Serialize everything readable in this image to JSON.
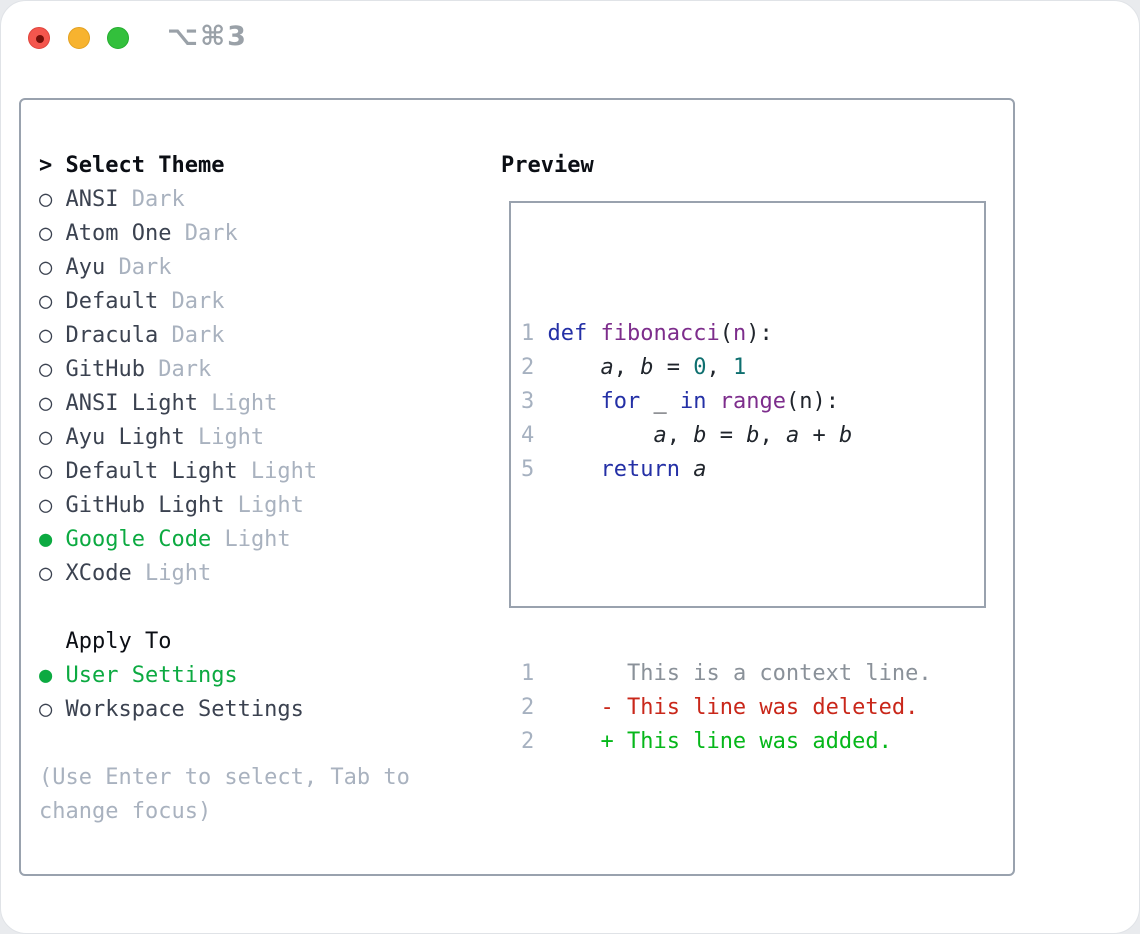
{
  "titlebar": {
    "shortcut": "⌥⌘3"
  },
  "colors": {
    "traffic_red": "#f4564d",
    "traffic_yellow": "#f7b32f",
    "traffic_green": "#33c03c",
    "border_gray": "#99a2ae",
    "text_dark": "#3b4250",
    "muted_gray": "#a9b2bf",
    "selected_green": "#0caa41",
    "line_number": "#a6b1c0",
    "keyword_blue": "#2430a6",
    "function_purple": "#7d2d8c",
    "number_teal": "#0e6f6f",
    "code_plain": "#20252c",
    "context_gray": "#8a9199",
    "deleted_red": "#c9271a",
    "added_green": "#06b71a"
  },
  "panel": {
    "header": {
      "marker": ">",
      "label": "Select Theme"
    },
    "radio_unselected": "○",
    "radio_selected": "●",
    "themes": [
      {
        "name": "ANSI",
        "tag": "Dark",
        "selected": false
      },
      {
        "name": "Atom One",
        "tag": "Dark",
        "selected": false
      },
      {
        "name": "Ayu",
        "tag": "Dark",
        "selected": false
      },
      {
        "name": "Default",
        "tag": "Dark",
        "selected": false
      },
      {
        "name": "Dracula",
        "tag": "Dark",
        "selected": false
      },
      {
        "name": "GitHub",
        "tag": "Dark",
        "selected": false
      },
      {
        "name": "ANSI Light",
        "tag": "Light",
        "selected": false
      },
      {
        "name": "Ayu Light",
        "tag": "Light",
        "selected": false
      },
      {
        "name": "Default Light",
        "tag": "Light",
        "selected": false
      },
      {
        "name": "GitHub Light",
        "tag": "Light",
        "selected": false
      },
      {
        "name": "Google Code",
        "tag": "Light",
        "selected": true
      },
      {
        "name": "XCode",
        "tag": "Light",
        "selected": false
      }
    ],
    "apply_to": {
      "label": "Apply To",
      "options": [
        {
          "name": "User Settings",
          "selected": true
        },
        {
          "name": "Workspace Settings",
          "selected": false
        }
      ]
    },
    "hint": "(Use Enter to select, Tab to change focus)"
  },
  "preview": {
    "label": "Preview",
    "code_lines": [
      {
        "num": "1",
        "segments": [
          {
            "t": "def",
            "c": "kw"
          },
          {
            "t": " ",
            "c": "pl"
          },
          {
            "t": "fibonacci",
            "c": "fn"
          },
          {
            "t": "(",
            "c": "pl"
          },
          {
            "t": "n",
            "c": "fn"
          },
          {
            "t": "):",
            "c": "pl"
          }
        ]
      },
      {
        "num": "2",
        "segments": [
          {
            "t": "    ",
            "c": "pl"
          },
          {
            "t": "a",
            "c": "id"
          },
          {
            "t": ", ",
            "c": "pl"
          },
          {
            "t": "b",
            "c": "id"
          },
          {
            "t": " = ",
            "c": "pl"
          },
          {
            "t": "0",
            "c": "num"
          },
          {
            "t": ", ",
            "c": "pl"
          },
          {
            "t": "1",
            "c": "num"
          }
        ]
      },
      {
        "num": "3",
        "segments": [
          {
            "t": "    ",
            "c": "pl"
          },
          {
            "t": "for",
            "c": "kw"
          },
          {
            "t": " _ ",
            "c": "pl"
          },
          {
            "t": "in",
            "c": "kw"
          },
          {
            "t": " ",
            "c": "pl"
          },
          {
            "t": "range",
            "c": "fn"
          },
          {
            "t": "(n):",
            "c": "pl"
          }
        ]
      },
      {
        "num": "4",
        "segments": [
          {
            "t": "        ",
            "c": "pl"
          },
          {
            "t": "a",
            "c": "id"
          },
          {
            "t": ", ",
            "c": "pl"
          },
          {
            "t": "b",
            "c": "id"
          },
          {
            "t": " = ",
            "c": "pl"
          },
          {
            "t": "b",
            "c": "id"
          },
          {
            "t": ", ",
            "c": "pl"
          },
          {
            "t": "a",
            "c": "id"
          },
          {
            "t": " + ",
            "c": "pl"
          },
          {
            "t": "b",
            "c": "id"
          }
        ]
      },
      {
        "num": "5",
        "segments": [
          {
            "t": "    ",
            "c": "pl"
          },
          {
            "t": "return",
            "c": "kw"
          },
          {
            "t": " ",
            "c": "pl"
          },
          {
            "t": "a",
            "c": "id"
          }
        ]
      }
    ],
    "diff_lines": [
      {
        "num": "1",
        "segments": [
          {
            "t": "      ",
            "c": "pl"
          },
          {
            "t": "This is a context line.",
            "c": "ctx"
          }
        ]
      },
      {
        "num": "2",
        "segments": [
          {
            "t": "    ",
            "c": "pl"
          },
          {
            "t": "- This line was deleted.",
            "c": "del"
          }
        ]
      },
      {
        "num": "2",
        "segments": [
          {
            "t": "    ",
            "c": "pl"
          },
          {
            "t": "+ This line was added.",
            "c": "add"
          }
        ]
      }
    ]
  }
}
